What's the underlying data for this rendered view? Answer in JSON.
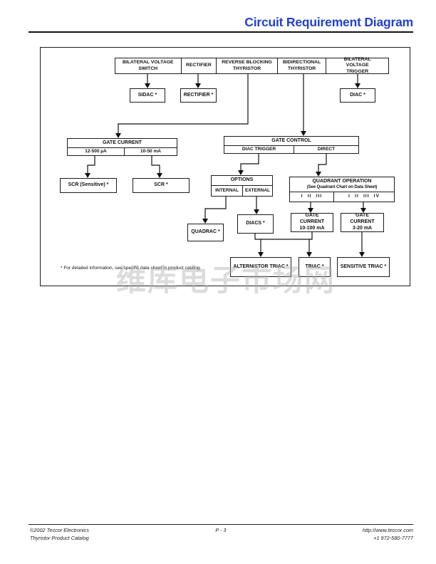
{
  "header": {
    "title": "Circuit Requirement Diagram"
  },
  "diagram": {
    "top_row": [
      "BILATERAL VOLTAGE SWITCH",
      "RECTIFIER",
      "REVERSE BLOCKING THYRISTOR",
      "BIDIRECTIONAL THYRISTOR",
      "BILATERAL VOLTAGE TRIGGER"
    ],
    "sidac": "SIDAC *",
    "rectifier": "RECTIFIER *",
    "diac": "DIAC *",
    "gate_current": {
      "header": "GATE CURRENT",
      "cells": [
        "12-500 µA",
        "10-50 mA"
      ]
    },
    "gate_control": {
      "header": "GATE CONTROL",
      "cells": [
        "DIAC TRIGGER",
        "DIRECT"
      ]
    },
    "scr_sensitive": "SCR (Sensitive) *",
    "scr": "SCR *",
    "options": {
      "header": "OPTIONS",
      "cells": [
        "INTERNAL",
        "EXTERNAL"
      ]
    },
    "quadrant": {
      "header": "QUADRANT OPERATION",
      "subheader": "(See Quadrant Chart on Data Sheet)",
      "cells": [
        "I II III",
        "I II III IV"
      ]
    },
    "quadrac": "QUADRAC *",
    "diacs": "DIACS *",
    "gate_current_10_100": {
      "line1": "GATE CURRENT",
      "line2": "10-100 mA"
    },
    "gate_current_3_20": {
      "line1": "GATE CURRENT",
      "line2": "3-20 mA"
    },
    "alternistor_triac": "ALTERNISTOR TRIAC *",
    "triac": "TRIAC *",
    "sensitive_triac": "SENSITIVE TRIAC *",
    "footnote": "* For detailed information, see specific data sheet in product catalog."
  },
  "watermark": "维库电子市场网",
  "footer": {
    "left_line1": "©2002 Teccor Electronics",
    "left_line2": "Thyristor Product Catalog",
    "center": "P - 3",
    "right_line1": "http://www.teccor.com",
    "right_line2": "+1 972-580-7777"
  },
  "colors": {
    "title_blue": "#2340d0",
    "line_black": "#111111"
  }
}
